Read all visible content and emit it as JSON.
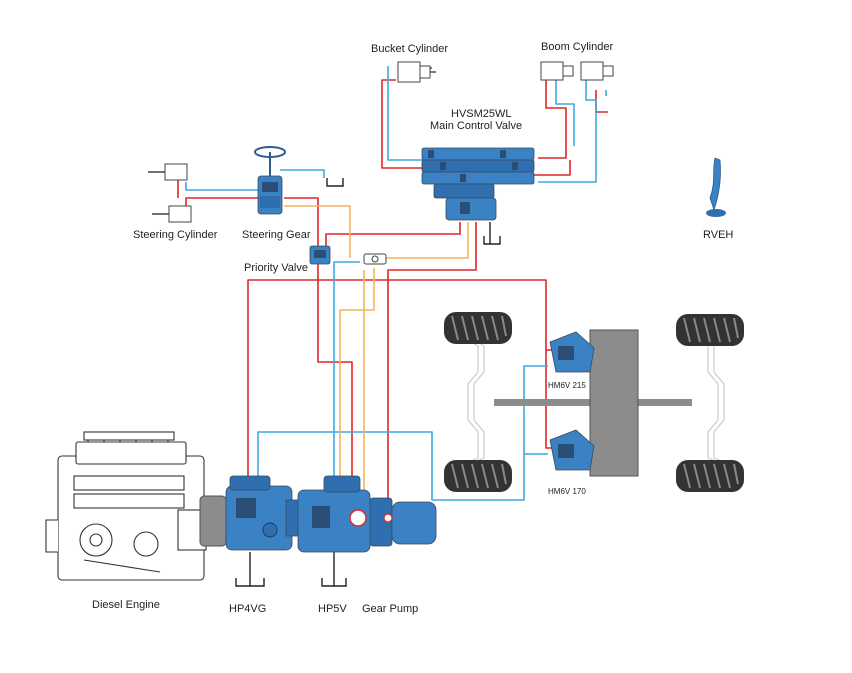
{
  "colors": {
    "pressure_line": "#e0262b",
    "return_line": "#3fa9e0",
    "pilot_line": "#f5b45a",
    "component_blue": "#3b82c4",
    "component_dark": "#2f5e8e",
    "housing_gray": "#8c8c8c",
    "tire_dark": "#333333"
  },
  "labels": {
    "bucket_cylinder": "Bucket Cylinder",
    "boom_cylinder": "Boom Cylinder",
    "main_valve_line1": "HVSM25WL",
    "main_valve_line2": "Main Control Valve",
    "steering_cylinder": "Steering Cylinder",
    "steering_gear": "Steering Gear",
    "priority_valve": "Priority Valve",
    "rveh": "RVEH",
    "hm6v_215": "HM6V 215",
    "hm6v_170": "HM6V 170",
    "diesel_engine": "Diesel Engine",
    "hp4vg": "HP4VG",
    "hp5v": "HP5V",
    "gear_pump": "Gear Pump"
  },
  "icons": {
    "steering_wheel": "steering-wheel-icon",
    "joystick": "joystick-icon",
    "tank": "tank-return-icon"
  }
}
